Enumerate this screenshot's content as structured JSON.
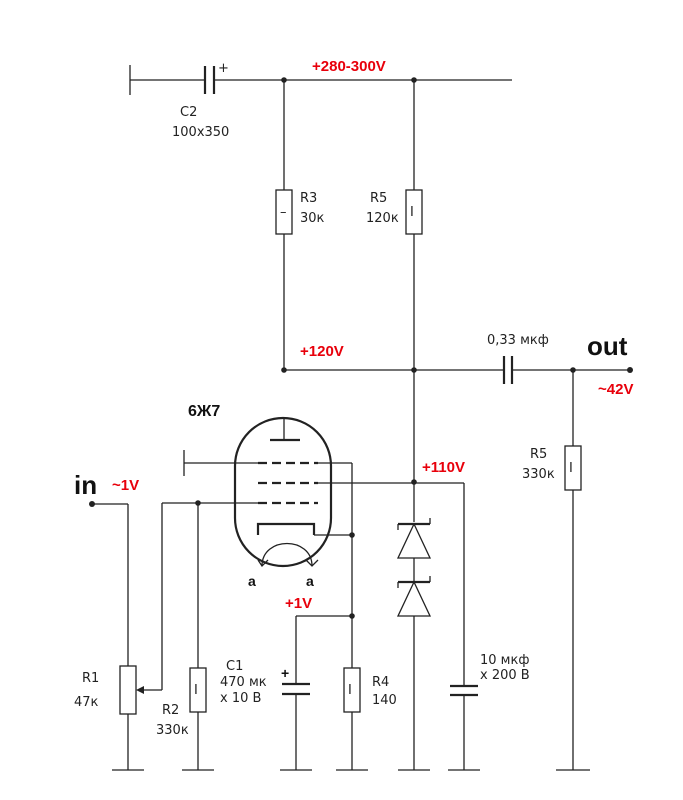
{
  "voltages": {
    "supply": "+280-300V",
    "anode": "+120V",
    "screen": "+110V",
    "cathode": "+1V",
    "input": "~1V",
    "output": "~42V"
  },
  "terminals": {
    "input": "in",
    "output": "out"
  },
  "tube": {
    "type": "6Ж7",
    "heater_left": "a",
    "heater_right": "a"
  },
  "components": {
    "c2": {
      "name": "C2",
      "value": "100x350",
      "polarity": "+"
    },
    "r3": {
      "name": "R3",
      "value": "30к"
    },
    "r5_top": {
      "name": "R5",
      "value": "120к"
    },
    "c_out": {
      "value": "0,33 мкф"
    },
    "r5_out": {
      "name": "R5",
      "value": "330к"
    },
    "r1": {
      "name": "R1",
      "value": "47к"
    },
    "r2": {
      "name": "R2",
      "value": "330к"
    },
    "c1": {
      "name": "C1",
      "value_line1": "470 мк",
      "value_line2": "x 10 В",
      "polarity": "+"
    },
    "r4": {
      "name": "R4",
      "value": "140"
    },
    "c_screen": {
      "value_line1": "10 мкф",
      "value_line2": "x 200 В"
    }
  },
  "resistor_marks": {
    "r3": "–",
    "r5_top": "I",
    "r5_out": "I",
    "r2": "I",
    "r4": "I"
  }
}
